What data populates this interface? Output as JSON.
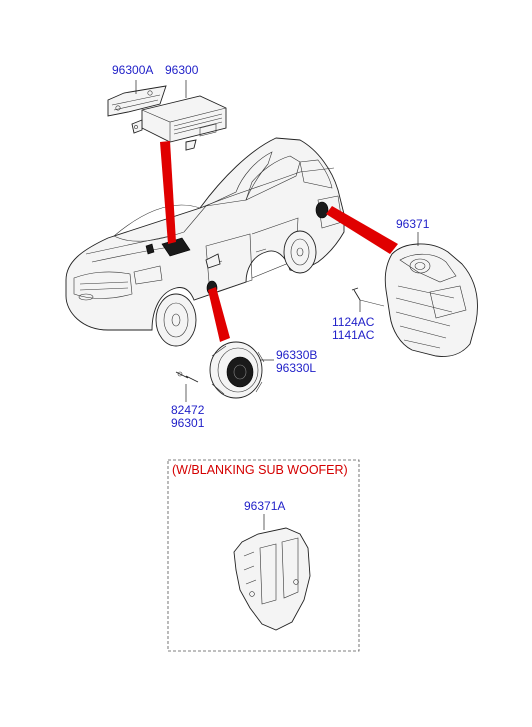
{
  "labels": {
    "amp_bracket": "96300A",
    "amplifier": "96300",
    "subwoofer": "96371",
    "bolts": "1124AC",
    "bolts_alt": "1141AC",
    "door_speaker": "96330B",
    "door_speaker_alt": "96330L",
    "screw": "82472",
    "tweeter": "96301",
    "blanking_note": "(W/BLANKING SUB WOOFER)",
    "blanking_cover": "96371A"
  },
  "colors": {
    "part_number": "#1f1fc8",
    "note": "#d40000",
    "pointer": "#e00000"
  }
}
